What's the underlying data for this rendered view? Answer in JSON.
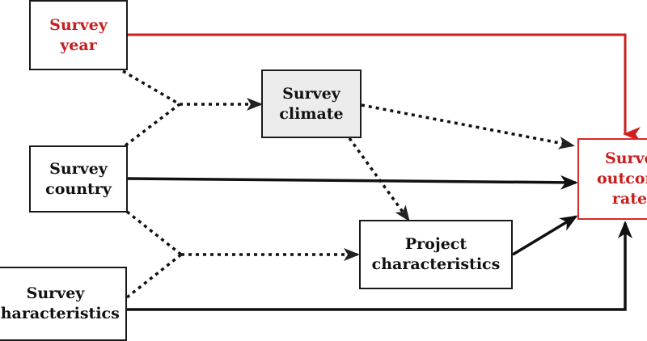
{
  "colors": {
    "red": "#cc1f1f",
    "black": "#111111",
    "climate_fill": "#ececec"
  },
  "nodes": {
    "survey_year": "Survey\nyear",
    "survey_country": "Survey\ncountry",
    "survey_characteristics": "Survey\ncharacteristics",
    "survey_climate": "Survey\nclimate",
    "project_characteristics": "Project\ncharacteristics",
    "survey_outcome_rates": "Survey\noutcome\nrates"
  }
}
